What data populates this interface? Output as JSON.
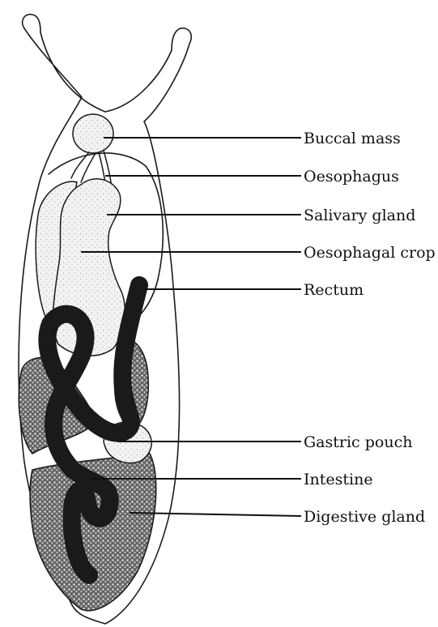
{
  "labels": [
    {
      "id": "buccal-mass",
      "text": "Buccal mass"
    },
    {
      "id": "oesophagus",
      "text": "Oesophagus"
    },
    {
      "id": "salivary-gland",
      "text": "Salivary gland"
    },
    {
      "id": "oesophagal-crop",
      "text": "Oesophagal crop"
    },
    {
      "id": "rectum",
      "text": "Rectum"
    },
    {
      "id": "gastric-pouch",
      "text": "Gastric pouch"
    },
    {
      "id": "intestine",
      "text": "Intestine"
    },
    {
      "id": "digestive-gland",
      "text": "Digestive gland"
    }
  ]
}
